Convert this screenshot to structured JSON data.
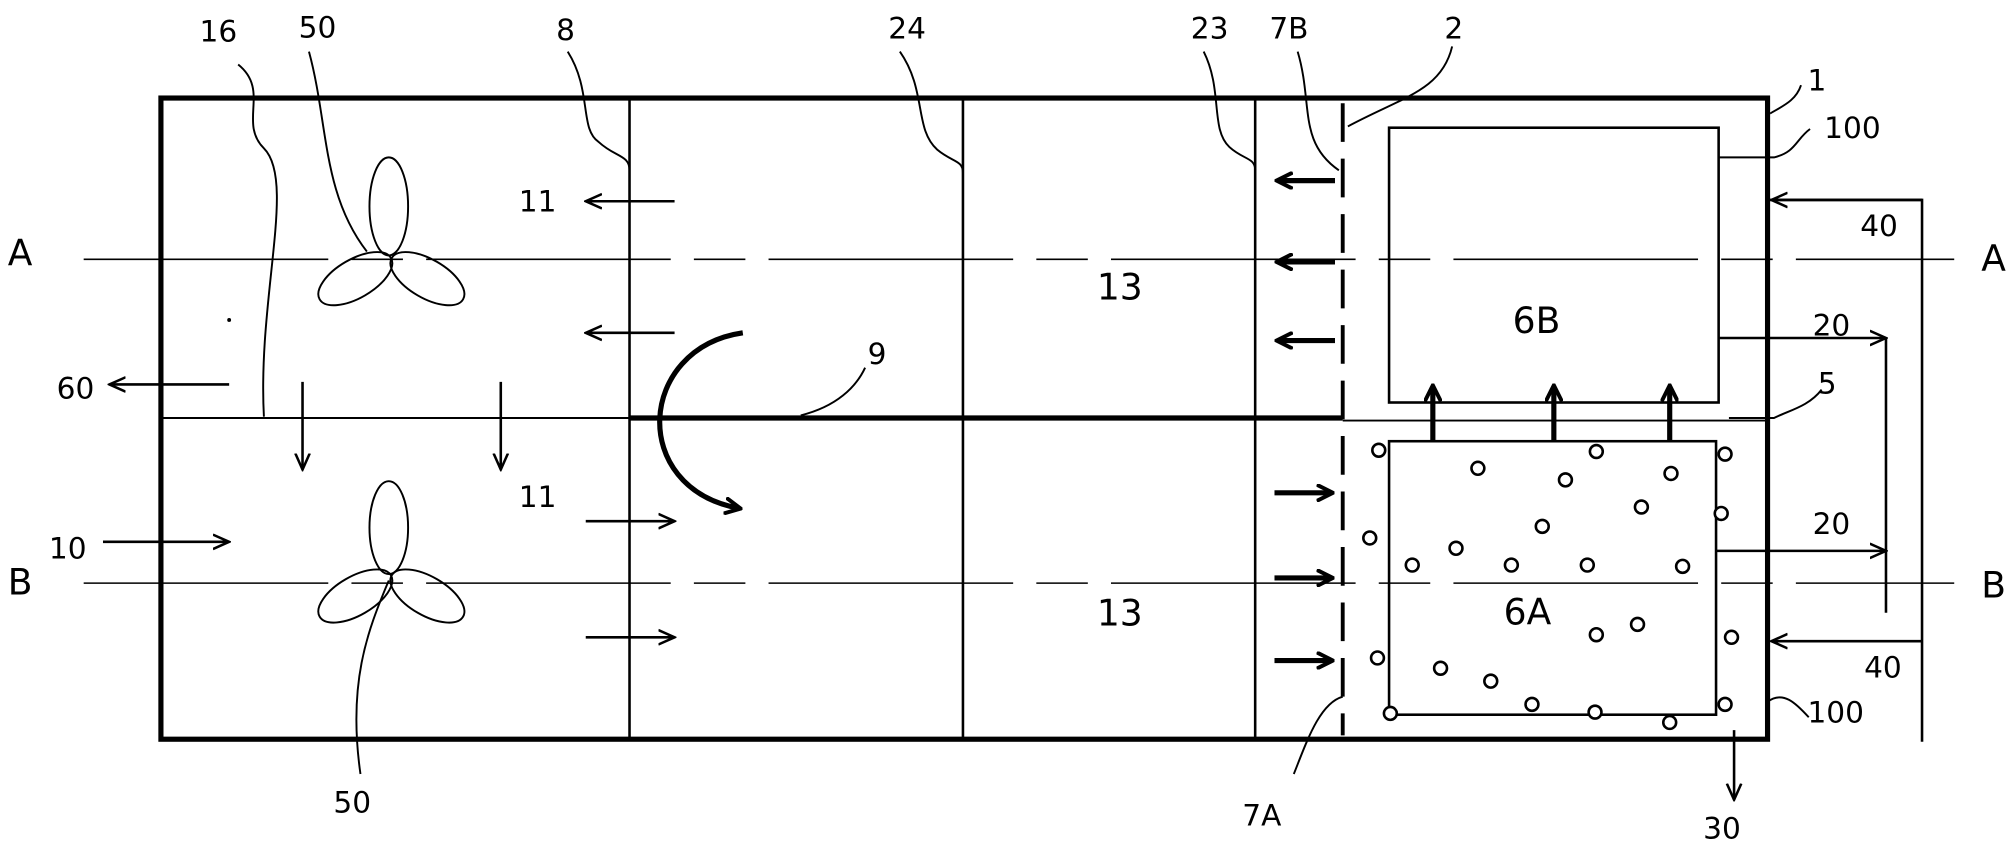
{
  "labels": {
    "housing": "1",
    "outlet_port_2": "2",
    "partition_5": "5",
    "chamber_6a": "6A",
    "chamber_6b": "6B",
    "opening_7a": "7A",
    "opening_7b": "7B",
    "plate_8": "8",
    "divider_9": "9",
    "inlet_10": "10",
    "flow_11_upper": "11",
    "flow_11_lower": "11",
    "zone_13_upper": "13",
    "zone_13_lower": "13",
    "boundary_16": "16",
    "port_20_upper": "20",
    "port_20_lower": "20",
    "plate_23": "23",
    "plate_24": "24",
    "drain_30": "30",
    "bypass_40_upper": "40",
    "bypass_40_lower": "40",
    "fan_50_upper": "50",
    "fan_50_lower": "50",
    "exhaust_60": "60",
    "wall_100_upper": "100",
    "wall_100_lower": "100",
    "section_a_left": "A",
    "section_a_right": "A",
    "section_b_left": "B",
    "section_b_right": "B"
  }
}
